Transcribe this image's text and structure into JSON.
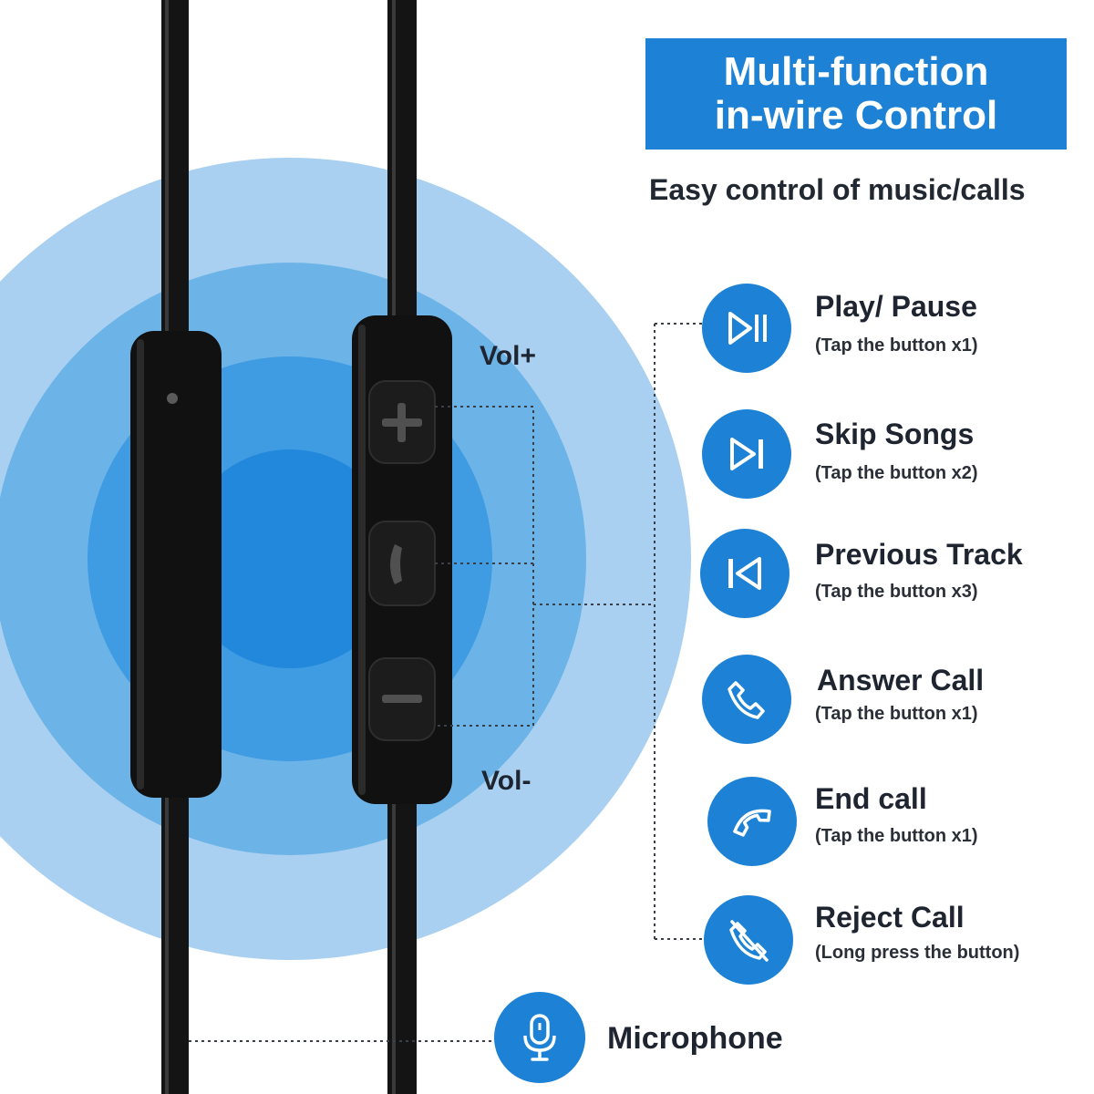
{
  "header": {
    "title_line1": "Multi-function",
    "title_line2": "in-wire Control",
    "subtitle": "Easy control of music/calls"
  },
  "remote": {
    "vol_plus": "Vol+",
    "vol_minus": "Vol-"
  },
  "features": [
    {
      "title": "Play/ Pause",
      "subtitle": "(Tap the button x1)",
      "icon": "play-pause-icon"
    },
    {
      "title": "Skip Songs",
      "subtitle": "(Tap the button x2)",
      "icon": "skip-next-icon"
    },
    {
      "title": "Previous Track",
      "subtitle": "(Tap the button x3)",
      "icon": "skip-previous-icon"
    },
    {
      "title": "Answer Call",
      "subtitle": "(Tap the button x1)",
      "icon": "phone-icon"
    },
    {
      "title": "End call",
      "subtitle": "(Tap the button x1)",
      "icon": "end-call-icon"
    },
    {
      "title": "Reject Call",
      "subtitle": "(Long press the button)",
      "icon": "reject-call-icon"
    }
  ],
  "microphone": {
    "label": "Microphone",
    "icon": "microphone-icon"
  },
  "colors": {
    "accent": "#1d82d6",
    "ring_outer": "#a9d0f0",
    "ring_middle": "#6cb3e8",
    "ring_inner": "#3f9be2",
    "core": "#2188dc"
  }
}
